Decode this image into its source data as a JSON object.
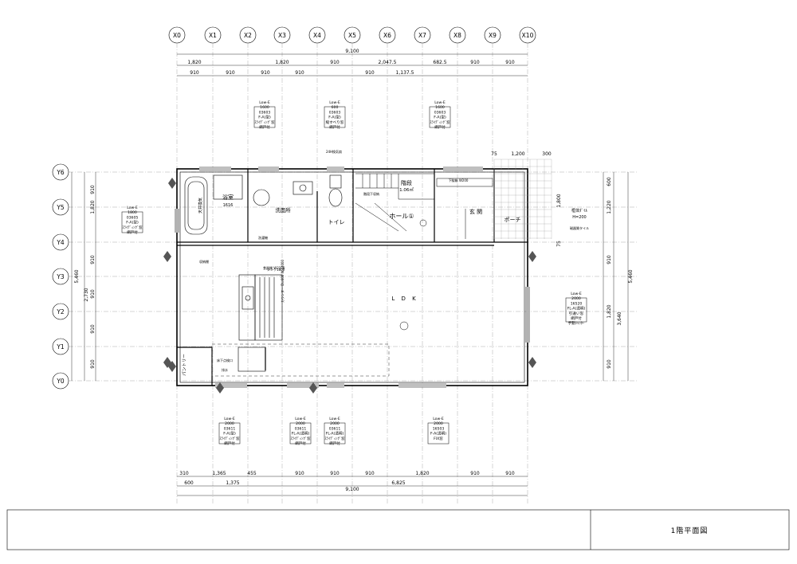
{
  "sheet_title": "1階平面図",
  "grid_x": [
    "X0",
    "X1",
    "X2",
    "X3",
    "X4",
    "X5",
    "X6",
    "X7",
    "X8",
    "X9",
    "X10"
  ],
  "grid_y": [
    "Y6",
    "Y5",
    "Y4",
    "Y3",
    "Y2",
    "Y1",
    "Y0"
  ],
  "dims_top": {
    "total": "9,100",
    "row1": [
      "1,820",
      "1,820",
      "910",
      "2,047.5",
      "682.5",
      "910",
      "910"
    ],
    "row2": [
      "910",
      "910",
      "910",
      "910",
      "910",
      "1,137.5"
    ]
  },
  "dims_bottom": {
    "total": "9,100",
    "row1": [
      "310",
      "1,365",
      "455",
      "910",
      "910",
      "910",
      "1,820",
      "910",
      "910"
    ],
    "row2": [
      "600",
      "1,375",
      "6,825"
    ]
  },
  "dims_left": {
    "total": "5,460",
    "sub": "2,730",
    "row1": [
      "910",
      "1,820",
      "910",
      "910",
      "910",
      "910"
    ]
  },
  "dims_right": {
    "total": "5,460",
    "sub": "3,640",
    "row1": [
      "600",
      "1,220",
      "910",
      "1,820",
      "910"
    ],
    "porch": [
      "75",
      "1,200",
      "300",
      "1,800",
      "75"
    ]
  },
  "rooms": {
    "bath": "浴室",
    "bath_size": "1616",
    "bath_note": "天井換気",
    "washroom": "洗面所",
    "toilet": "トイレ",
    "hall": "ホール①",
    "stairs": "階段",
    "stairs_area": "1.06㎡",
    "entrance": "玄 関",
    "porch": "ポーチ",
    "ldk": "L D K",
    "pantry": "パントリー"
  },
  "windows": [
    {
      "lines": [
        "Low-E",
        "1600",
        "03603",
        "F-A(型)",
        "ｽﾗｲﾃﾞｨﾝｸﾞ窓",
        "網戸付"
      ]
    },
    {
      "lines": [
        "Low-E",
        "600",
        "03603",
        "F-A(型)",
        "縦すべり窓",
        "網戸付"
      ]
    },
    {
      "lines": [
        "Low-E",
        "1600",
        "03603",
        "F-A(型)",
        "ｽﾗｲﾃﾞｨﾝｸﾞ窓",
        "網戸付"
      ]
    },
    {
      "lines": [
        "Low-E",
        "1800",
        "03605",
        "F-A(型)",
        "ｽﾗｲﾃﾞｨﾝｸﾞ窓",
        "網戸付"
      ]
    },
    {
      "lines": [
        "Low-E",
        "2000",
        "16520",
        "FL-A(透明)",
        "引違い窓",
        "網戸付",
        "手動ｼｬｯﾀｰ"
      ]
    },
    {
      "lines": [
        "Low-E",
        "2000",
        "03611",
        "F-A(型)",
        "ｽﾗｲﾃﾞｨﾝｸﾞ窓",
        "網戸付"
      ]
    },
    {
      "lines": [
        "Low-E",
        "2000",
        "03611",
        "FL-A(透明)",
        "ｽﾗｲﾃﾞｨﾝｸﾞ窓",
        "網戸付"
      ]
    },
    {
      "lines": [
        "Low-E",
        "2000",
        "03611",
        "FL-A(透明)",
        "ｽﾗｲﾃﾞｨﾝｸﾞ窓",
        "網戸付"
      ]
    },
    {
      "lines": [
        "Low-E",
        "2000",
        "16503",
        "F-A(透明)",
        "FIX窓"
      ]
    }
  ],
  "notes": {
    "porch_tile": "磁器質タイル",
    "step": "H=200",
    "step_label": "框体ﾀﾞｲﾙ",
    "shoe": "下駄箱 W200",
    "pantry_note": "収納棚",
    "cupboard": "食器棚 W2100",
    "island": "カウンター D=600 W=3000",
    "washer": "洗濯機",
    "vent": "24H換気扇",
    "floor_hatch": "床下点検口",
    "drain": "排水",
    "stair_under": "階段下収納",
    "kitchen_note": "シンク1800"
  },
  "colors": {
    "line": "#000000",
    "thin": "#555555",
    "hatch": "#6e6e6e"
  }
}
